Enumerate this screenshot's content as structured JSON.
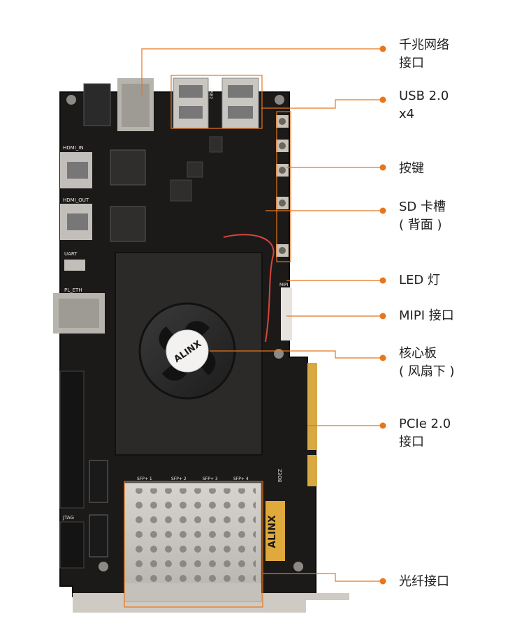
{
  "accent_color": "#e8761b",
  "board": {
    "silkscreen": {
      "hdmi_in": "HDMI_IN",
      "hdmi_out": "HDMI_OUT",
      "uart": "UART",
      "pl_eth": "PL_ETH",
      "jtag": "JTAG",
      "mipi": "MIPI",
      "sfp_1": "SFP+ 1",
      "sfp_2": "SFP+ 2",
      "sfp_3": "SFP+ 3",
      "sfp_4": "SFP+ 4",
      "model": "Z3O8",
      "usb": "USB2"
    },
    "logo_fan": "ALINX",
    "logo_pcb": "ALINX"
  },
  "callouts": [
    {
      "id": "gigabit-ethernet",
      "line1": "千兆网络",
      "line2": "接口"
    },
    {
      "id": "usb",
      "line1": "USB 2.0",
      "line2": "x4"
    },
    {
      "id": "buttons",
      "line1": "按键",
      "line2": ""
    },
    {
      "id": "sd-slot",
      "line1": "SD 卡槽",
      "line2": "( 背面 )"
    },
    {
      "id": "led",
      "line1": "LED 灯",
      "line2": ""
    },
    {
      "id": "mipi",
      "line1": "MIPI 接口",
      "line2": ""
    },
    {
      "id": "core-board",
      "line1": "核心板",
      "line2": "( 风扇下 )"
    },
    {
      "id": "pcie",
      "line1": "PCIe 2.0",
      "line2": "接口"
    },
    {
      "id": "fiber",
      "line1": "光纤接口",
      "line2": ""
    }
  ]
}
